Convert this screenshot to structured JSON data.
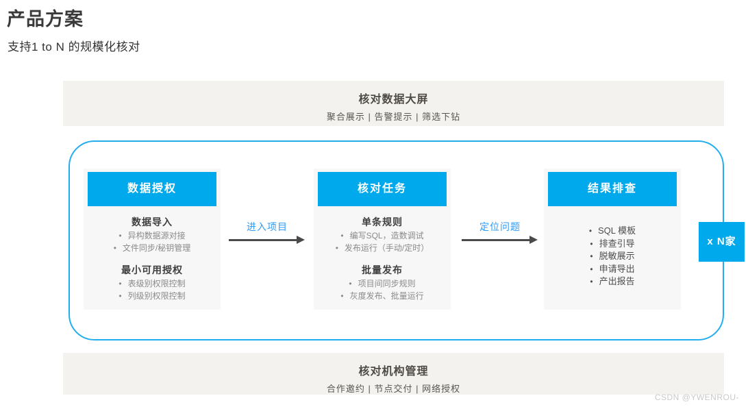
{
  "ui": {
    "bullet": "•"
  },
  "colors": {
    "accent_blue": "#00a9ec",
    "frame_border_blue": "#22aeee",
    "arrow_label_blue": "#2e9bf7",
    "banner_bg": "#f3f2ef",
    "card_bg": "#f7f7f7",
    "arrow_gray": "#4a4a4a"
  },
  "page": {
    "title": "产品方案",
    "subtitle": "支持1 to N 的规模化核对",
    "watermark": "CSDN @YWENROU-"
  },
  "top_banner": {
    "title": "核对数据大屏",
    "subtitle": "聚合展示 | 告警提示 | 筛选下钻"
  },
  "bottom_banner": {
    "title": "核对机构管理",
    "subtitle": "合作邀约 | 节点交付 | 网络授权"
  },
  "flow": {
    "multiplier_label": "x N家",
    "arrows": [
      {
        "label": "进入项目"
      },
      {
        "label": "定位问题"
      }
    ],
    "stages": [
      {
        "title": "数据授权",
        "sections": [
          {
            "heading": "数据导入",
            "bullets": [
              "异构数据源对接",
              "文件同步/秘钥管理"
            ]
          },
          {
            "heading": "最小可用授权",
            "bullets": [
              "表级别权限控制",
              "列级别权限控制"
            ]
          }
        ]
      },
      {
        "title": "核对任务",
        "sections": [
          {
            "heading": "单条规则",
            "bullets": [
              "编写SQL，造数调试",
              "发布运行（手动/定时）"
            ]
          },
          {
            "heading": "批量发布",
            "bullets": [
              "项目间同步规则",
              "灰度发布、批量运行"
            ]
          }
        ]
      },
      {
        "title": "结果排查",
        "sections": [
          {
            "heading": "",
            "bullets": [
              "SQL 模板",
              "排查引导",
              "脱敏展示",
              "申请导出",
              "产出报告"
            ]
          }
        ]
      }
    ]
  }
}
